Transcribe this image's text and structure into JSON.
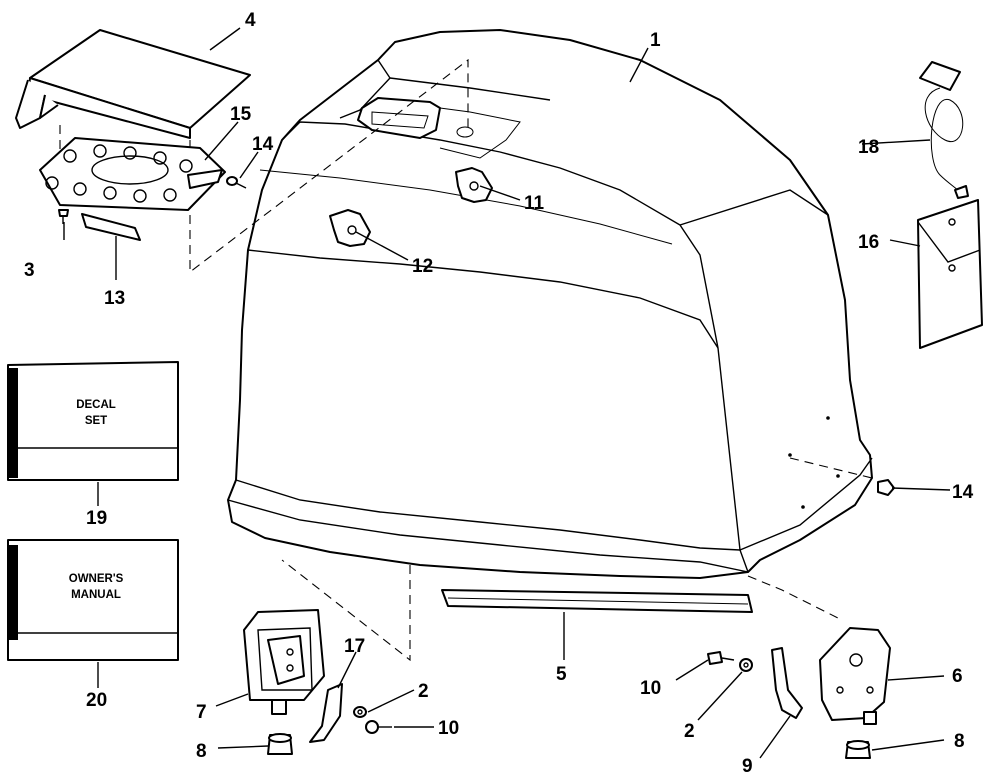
{
  "callouts": [
    {
      "id": "c1",
      "label": "1"
    },
    {
      "id": "c2a",
      "label": "2"
    },
    {
      "id": "c2b",
      "label": "2"
    },
    {
      "id": "c3",
      "label": "3"
    },
    {
      "id": "c4",
      "label": "4"
    },
    {
      "id": "c5",
      "label": "5"
    },
    {
      "id": "c6",
      "label": "6"
    },
    {
      "id": "c7",
      "label": "7"
    },
    {
      "id": "c8a",
      "label": "8"
    },
    {
      "id": "c8b",
      "label": "8"
    },
    {
      "id": "c9",
      "label": "9"
    },
    {
      "id": "c10a",
      "label": "10"
    },
    {
      "id": "c10b",
      "label": "10"
    },
    {
      "id": "c11",
      "label": "11"
    },
    {
      "id": "c12",
      "label": "12"
    },
    {
      "id": "c13",
      "label": "13"
    },
    {
      "id": "c14a",
      "label": "14"
    },
    {
      "id": "c14b",
      "label": "14"
    },
    {
      "id": "c15",
      "label": "15"
    },
    {
      "id": "c16",
      "label": "16"
    },
    {
      "id": "c17",
      "label": "17"
    },
    {
      "id": "c18",
      "label": "18"
    },
    {
      "id": "c19",
      "label": "19"
    },
    {
      "id": "c20",
      "label": "20"
    }
  ],
  "decal_box": {
    "line1": "DECAL",
    "line2": "SET"
  },
  "manual_box": {
    "line1": "OWNER'S",
    "line2": "MANUAL"
  }
}
